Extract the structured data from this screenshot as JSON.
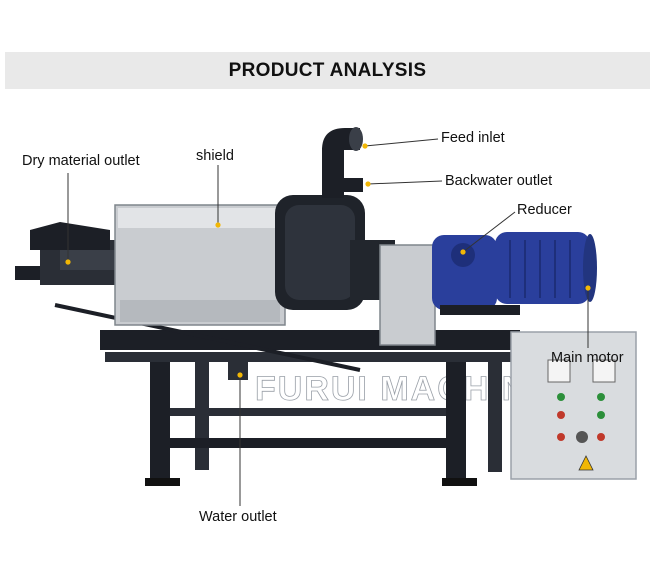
{
  "banner": {
    "title": "PRODUCT ANALYSIS"
  },
  "labels": {
    "feed_inlet": "Feed inlet",
    "backwater_outlet": "Backwater outlet",
    "reducer": "Reducer",
    "dry_material_outlet": "Dry material outlet",
    "shield": "shield",
    "main_motor": "Main motor",
    "water_outlet": "Water outlet"
  },
  "watermark": "FURUI MACHINERY",
  "colors": {
    "banner_bg": "#e9e9e9",
    "frame": "#1c1f26",
    "steel": "#c9ccd0",
    "motor_blue": "#2a3f9c",
    "marker_dot": "#f2b705",
    "control_box": "#d9dcdf"
  }
}
